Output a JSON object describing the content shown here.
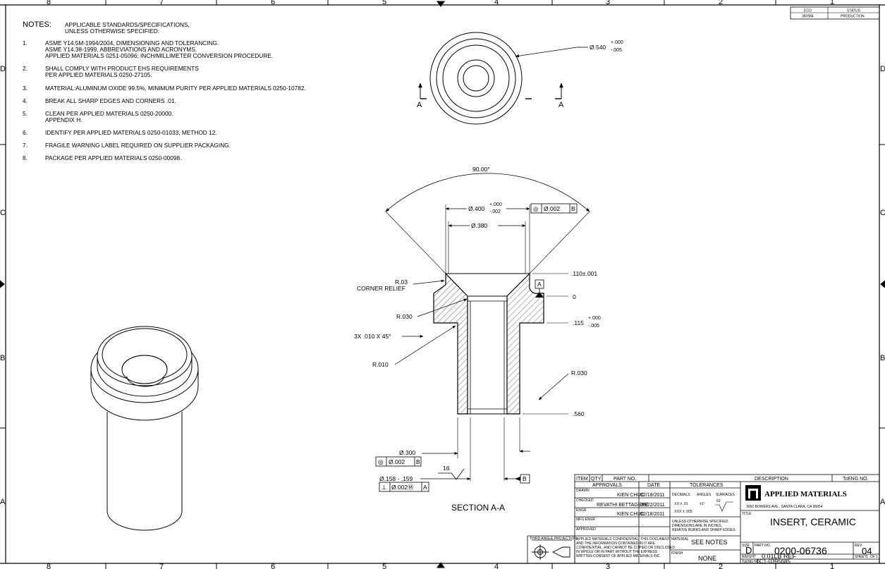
{
  "border": {
    "top_cols": [
      "8",
      "7",
      "6",
      "5",
      "4",
      "3",
      "2",
      "1"
    ],
    "bottom_cols": [
      "8",
      "7",
      "6",
      "5",
      "4",
      "3",
      "2",
      "1"
    ],
    "rows": [
      "D",
      "C",
      "B",
      "A"
    ]
  },
  "revision_block": {
    "headers": [
      "ECO",
      "STATUS"
    ],
    "values": [
      "360984",
      "PRODUCTION"
    ]
  },
  "notes": {
    "title": "NOTES:",
    "intro": [
      "APPLICABLE STANDARDS/SPECIFICATIONS,",
      "UNLESS OTHERWISE SPECIFIED:"
    ],
    "items": [
      {
        "num": "1.",
        "lines": [
          "ASME Y14.5M-1994/2004, DIMENSIONING AND TOLERANCING.",
          "ASME Y14.38-1999, ABBREVIATIONS AND ACRONYMS.",
          "APPLIED MATERIALS 0251-05096: INCH/MILLIMETER CONVERSION PROCEDURE."
        ]
      },
      {
        "num": "2.",
        "lines": [
          "SHALL COMPLY WITH PRODUCT EHS REQUIREMENTS",
          "PER APPLIED MATERIALS 0250-27105."
        ]
      },
      {
        "num": "3.",
        "lines": [
          "MATERIAL:ALUMINUM OXIDE 99.5%, MINIMUM PURITY PER APPLIED MATERIALS 0250-10782."
        ]
      },
      {
        "num": "4.",
        "lines": [
          "BREAK ALL SHARP EDGES AND CORNERS .01."
        ]
      },
      {
        "num": "5.",
        "lines": [
          "CLEAN PER APPLIED MATERIALS 0250-20000.",
          "APPENDIX H."
        ]
      },
      {
        "num": "6.",
        "lines": [
          "IDENTIFY PER APPLIED MATERIALS 0250-01033, METHOD 12."
        ]
      },
      {
        "num": "7.",
        "lines": [
          "FRAGILE WARNING LABEL REQUIRED ON SUPPLIER PACKAGING."
        ]
      },
      {
        "num": "8.",
        "lines": [
          "PACKAGE PER APPLIED MATERIALS 0250-00098."
        ]
      }
    ]
  },
  "top_view": {
    "od_dim": "Ø.540",
    "od_tol_plus": "+.000",
    "od_tol_minus": "-.005",
    "section_left": "A",
    "section_right": "A"
  },
  "section": {
    "title": "SECTION A-A",
    "angle": "90.00°",
    "dia_400": "Ø.400",
    "dia_400_tol_plus": "+.000",
    "dia_400_tol_minus": "-.002",
    "fcf_400": [
      "◎",
      "Ø.002",
      "B"
    ],
    "dia_380": "Ø.380",
    "dim_110": ".110±.001",
    "datum_a": "A",
    "zero": "0",
    "dim_115": ".115",
    "dim_115_tol_plus": "+.000",
    "dim_115_tol_minus": "-.005",
    "r03": "R.03",
    "corner_relief": "CORNER RELIEF",
    "r030_top": "R.030",
    "chamfer": "3X .010 X 45°",
    "r010": "R.010",
    "r030_bottom": "R.030",
    "dim_560": ".560",
    "dia_300": "Ø.300",
    "fcf_300": [
      "◎",
      "Ø.002",
      "B"
    ],
    "surface_16": "16",
    "bore_dim": "Ø.158 - .159",
    "fcf_bore": [
      "⊥",
      "Ø.002Ⓜ",
      "A"
    ],
    "datum_b": "B"
  },
  "title_block": {
    "header": [
      "ITEM",
      "QTY",
      "PART NO.",
      "DESCRIPTION",
      "TcENG NO."
    ],
    "approvals_label": "APPROVALS",
    "date_label": "DATE",
    "rows": [
      {
        "label": "DRAWN",
        "name": "KIEN CHUC",
        "date": "02/18/2011"
      },
      {
        "label": "CHECKED",
        "name": "REVATHI BETTAGERE",
        "date": "08/22/2011"
      },
      {
        "label": "ENGR",
        "name": "KIEN CHUC",
        "date": "02/18/2011"
      },
      {
        "label": "MFG ENGR",
        "name": ".",
        "date": "."
      },
      {
        "label": "APPROVED",
        "name": ".",
        "date": "."
      }
    ],
    "tolerances_label": "TOLERANCES",
    "tol_heads": [
      "DECIMALS",
      "ANGLES",
      "SURFACES"
    ],
    "tol_xx": ".XX ± .01",
    "tol_ang": "±1°",
    "tol_surf": "63",
    "tol_xxx": ".XXX ± .005",
    "unless": [
      "UNLESS OTHERWISE SPECIFIED:",
      "DIMENSIONS ARE IN INCHES,",
      "REMOVE BURRS AND SHARP EDGES."
    ],
    "material_label": "MATERIAL",
    "material_value": "SEE NOTES",
    "finish_label": "FINISH",
    "finish_value": "NONE",
    "company": "APPLIED MATERIALS",
    "address": "3050 BOWERS AVE., SANTA CLARA, CA 95054",
    "title_label": "TITLE",
    "title_value": "INSERT, CERAMIC",
    "size_label": "SIZE",
    "size_value": "D",
    "partno_label": "PART NO.",
    "partno_value": "0200-06736",
    "rev_label": "REV",
    "rev_value": "04",
    "weight_label": "WEIGHT",
    "weight_value": "0.01LB REF",
    "sheet_label": "SHEET",
    "sheet_value": "1",
    "sheet_of": "OF",
    "sheet_total": "1",
    "tceng_label": "TcENG NO.",
    "tceng_value": "TC1-0395685",
    "projection_label": "THIRD ANGLE PROJECTION",
    "confidential": [
      "APPLIED MATERIALS CONFIDENTIAL: THIS DOCUMENT",
      "AND THE INFORMATION CONTAINED IN IT ARE",
      "CONFIDENTIAL, AND CANNOT BE COPIED OR DISCLOSED",
      "IN WHOLE OR IN PART WITHOUT THE EXPRESS",
      "WRITTEN CONSENT OF APPLIED MATERIALS INC."
    ]
  }
}
